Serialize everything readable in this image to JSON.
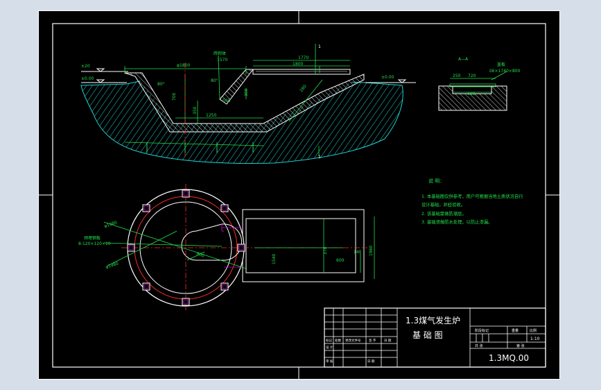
{
  "colors": {
    "background": "#d6dee9",
    "canvas": "#000000",
    "frame": "#ffffff",
    "hatch": "#1fd4d4",
    "dimension": "#22e04a",
    "centerline": "#ff2a2a",
    "accent": "#c000c0"
  },
  "section_view": {
    "level_left_top": "±20",
    "level_left": "±0.00",
    "level_right": "±0.00",
    "diameter_top": "φ1800",
    "angle_left": "80°",
    "angle_mid": "80°",
    "slope_label": "砖砌体",
    "slope_value": "1570",
    "dim_1770": "1770",
    "dim_1800": "1800",
    "dim_300": "300",
    "dim_350": "350",
    "dim_1250": "1250",
    "dim_700": "700",
    "dim_500": "500",
    "dim_280": "280",
    "section_mark_top": "1",
    "section_mark_bottom": "1"
  },
  "detail_view": {
    "title": "A—A",
    "label_cover": "盖板",
    "label_cover_spec": "δ6×1740×800",
    "dim_left": "250",
    "dim_mid": "720",
    "dim_inner": "600"
  },
  "plan_view": {
    "dia_outer": "φ1980",
    "dia_anchor": "φ1980",
    "label_bolt": "预埋钢板",
    "label_bolt_spec": "8-120×120×10",
    "dim_800": "800",
    "dim_1540": "1540",
    "dim_370": "370",
    "dim_600": "600",
    "dim_140": "140",
    "dim_width": "1980"
  },
  "notes": {
    "title": "说 明：",
    "items": [
      "1. 本基础图仅供参考，用户可根据当地土质状况自行",
      "   设计基础，并经验收。",
      "2. 该基础需做防潮层。",
      "3. 基础须做防水处理，以防止渗漏。"
    ]
  },
  "title_block": {
    "name_line1": "1.3煤气发生炉",
    "name_line2": "基 础 图",
    "drawing_no": "1.3MQ.00",
    "scale": "1:10",
    "lbl_stage": "阶段标记",
    "lbl_weight": "重量",
    "lbl_scale": "比例",
    "lbl_sheet": "共 张",
    "lbl_sheet2": "第 张",
    "lbl_mark": "标记",
    "lbl_count": "处数",
    "lbl_doc": "更改文件号",
    "lbl_sign": "签 字",
    "lbl_date": "日 期",
    "lbl_design": "设 计",
    "lbl_check": "审 核",
    "lbl_date2": "日 期"
  }
}
